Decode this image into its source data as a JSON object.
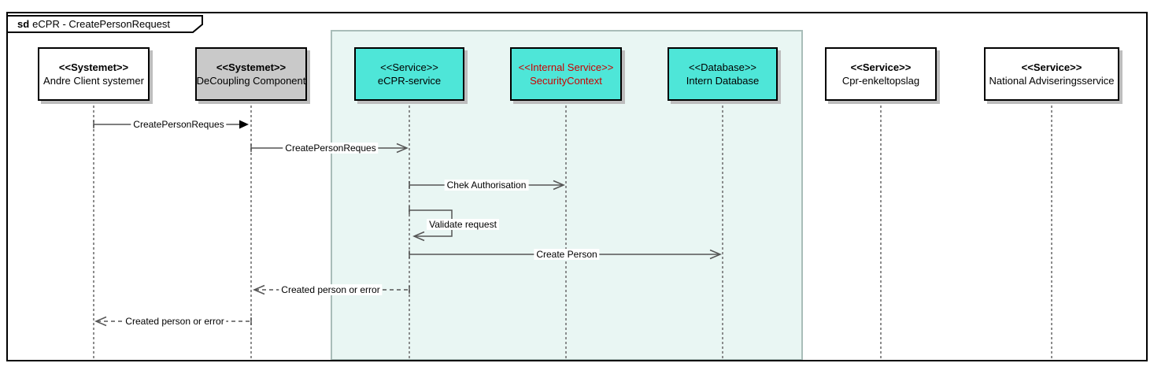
{
  "frame": {
    "title_keyword": "sd",
    "title": "eCPR - CreatePersonRequest"
  },
  "lifelines": [
    {
      "stereotype": "<<Systemet>>",
      "name": "Andre Client systemer"
    },
    {
      "stereotype": "<<Systemet>>",
      "name": "DeCoupling Component"
    },
    {
      "stereotype": "<<Service>>",
      "name": "eCPR-service"
    },
    {
      "stereotype": "<<Internal Service>>",
      "name": "SecurityContext"
    },
    {
      "stereotype": "<<Database>>",
      "name": "Intern Database"
    },
    {
      "stereotype": "<<Service>>",
      "name": "Cpr-enkeltopslag"
    },
    {
      "stereotype": "<<Service>>",
      "name": "National Adviseringsservice"
    }
  ],
  "messages": [
    {
      "label": "CreatePersonReques",
      "kind": "sync-call"
    },
    {
      "label": "CreatePersonReques",
      "kind": "async-call"
    },
    {
      "label": "Chek Authorisation",
      "kind": "async-call"
    },
    {
      "label": "Validate request",
      "kind": "self-message"
    },
    {
      "label": "Create Person",
      "kind": "async-call"
    },
    {
      "label": "Created person or error",
      "kind": "return"
    },
    {
      "label": "Created person or error",
      "kind": "return"
    }
  ],
  "colors": {
    "service_fill": "#4ee6d8",
    "system_fill": "#ffffff",
    "component_fill": "#c9c9c9",
    "boundary_fill": "#e9f6f3",
    "boundary_border": "#a9bdb9",
    "internal_service_text": "#cc0000",
    "line_color": "#555555"
  }
}
